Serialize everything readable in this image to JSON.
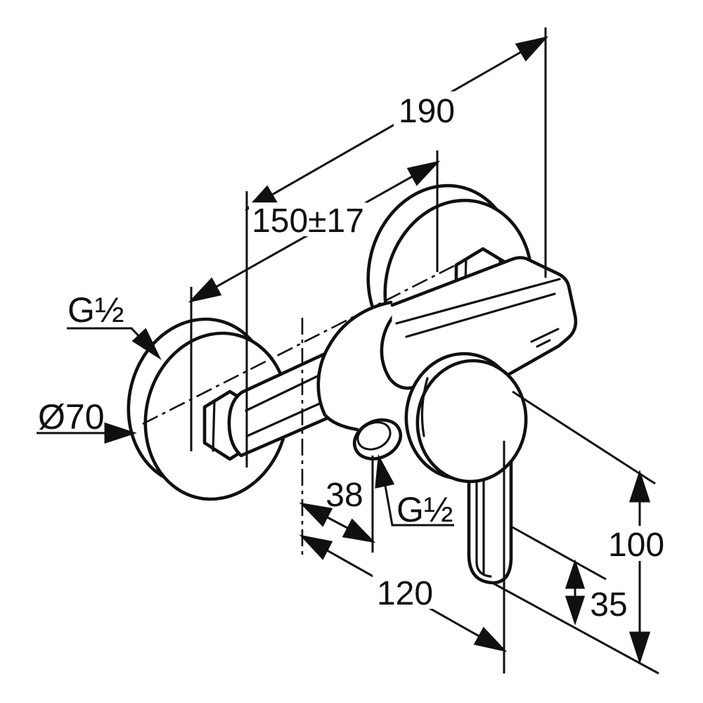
{
  "drawing": {
    "kind": "technical dimension drawing",
    "subject": "wall-mounted single-lever shower mixer, isometric projection",
    "background_color": "#ffffff",
    "line_color": "#101010",
    "dimensions": {
      "overall_length": {
        "label": "190"
      },
      "connection_spacing": {
        "label": "150±17"
      },
      "outlet_offset": {
        "label": "38"
      },
      "overall_depth": {
        "label": "120"
      },
      "handle_drop": {
        "label": "100"
      },
      "handle_tip_drop": {
        "label": "35"
      }
    },
    "annotations": {
      "thread_wall": {
        "label": "G½"
      },
      "flange_diameter": {
        "label": "Ø70"
      },
      "thread_outlet": {
        "label": "G½"
      }
    }
  }
}
